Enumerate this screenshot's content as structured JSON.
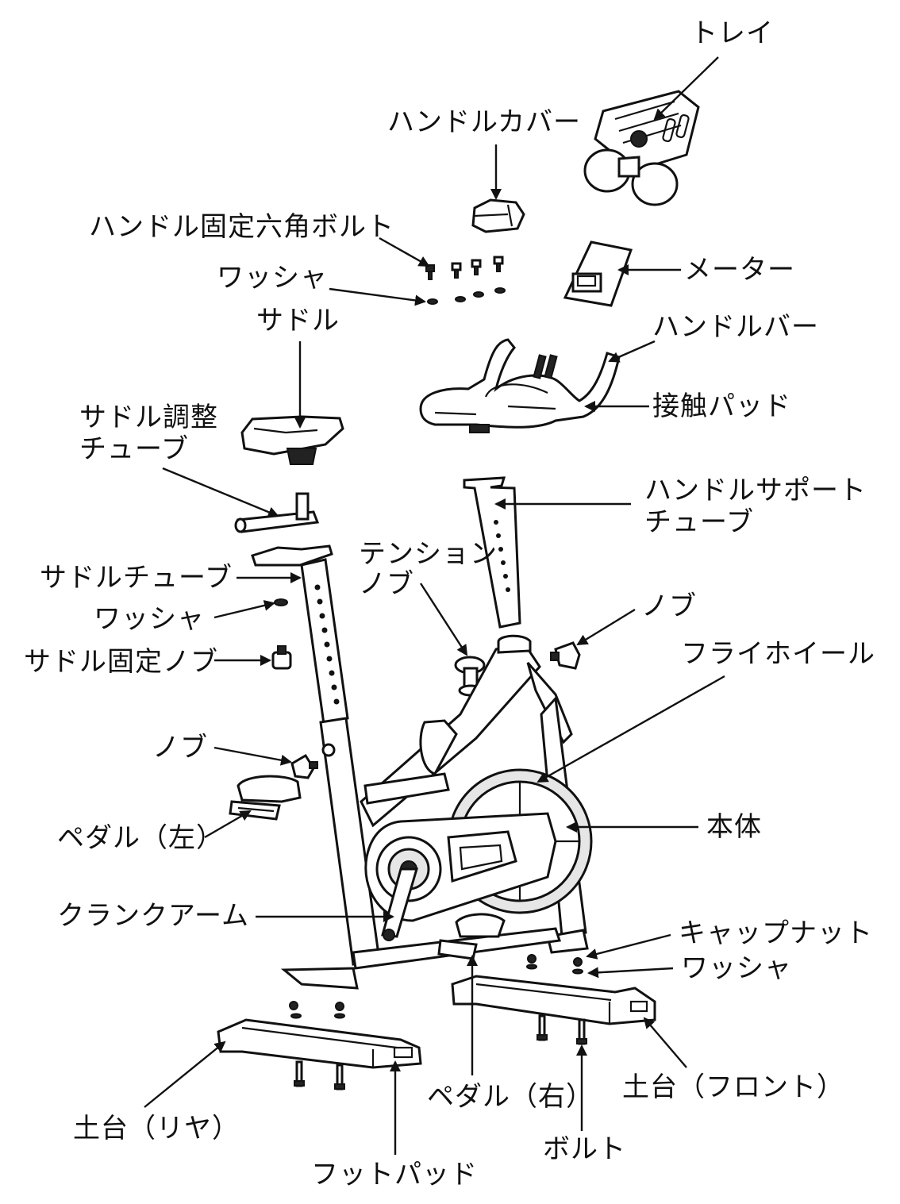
{
  "labels": {
    "tray": "トレイ",
    "handle_cover": "ハンドルカバー",
    "handle_hex_bolt": "ハンドル固定六角ボルト",
    "washer_top": "ワッシャ",
    "meter": "メーター",
    "saddle": "サドル",
    "handlebar": "ハンドルバー",
    "contact_pad": "接触パッド",
    "saddle_adjust_tube_line1": "サドル調整",
    "saddle_adjust_tube_line2": "チューブ",
    "handle_support_tube_line1": "ハンドルサポート",
    "handle_support_tube_line2": "チューブ",
    "tension_knob_line1": "テンション",
    "tension_knob_line2": "ノブ",
    "saddle_tube": "サドルチューブ",
    "washer_mid": "ワッシャ",
    "knob_right": "ノブ",
    "saddle_fix_knob": "サドル固定ノブ",
    "flywheel": "フライホイール",
    "knob_left": "ノブ",
    "pedal_left": "ペダル（左）",
    "body": "本体",
    "crank_arm": "クランクアーム",
    "cap_nut": "キャップナット",
    "washer_bottom": "ワッシャ",
    "base_front": "土台（フロント）",
    "pedal_right": "ペダル（右）",
    "base_rear": "土台（リヤ）",
    "bolt": "ボルト",
    "foot_pad": "フットパッド"
  }
}
